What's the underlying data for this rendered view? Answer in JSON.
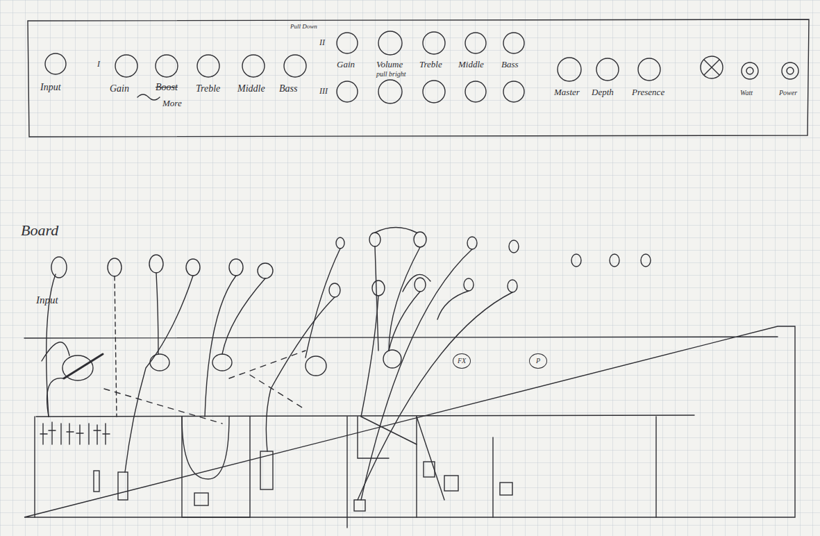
{
  "diagram": {
    "nodes": [
      {
        "text": [
          "FX"
        ]
      },
      {
        "text": [
          "P"
        ]
      }
    ],
    "labels": [
      "Input",
      "I",
      "Gain",
      "Boost",
      "More",
      "Treble",
      "Middle",
      "Bass",
      "Pull Down",
      "II",
      "Gain",
      "Volume",
      "pull bright",
      "Treble",
      "Middle",
      "Bass",
      "III",
      "Master",
      "Depth",
      "Presence",
      "Watt",
      "Power",
      "Board",
      "Input"
    ]
  }
}
